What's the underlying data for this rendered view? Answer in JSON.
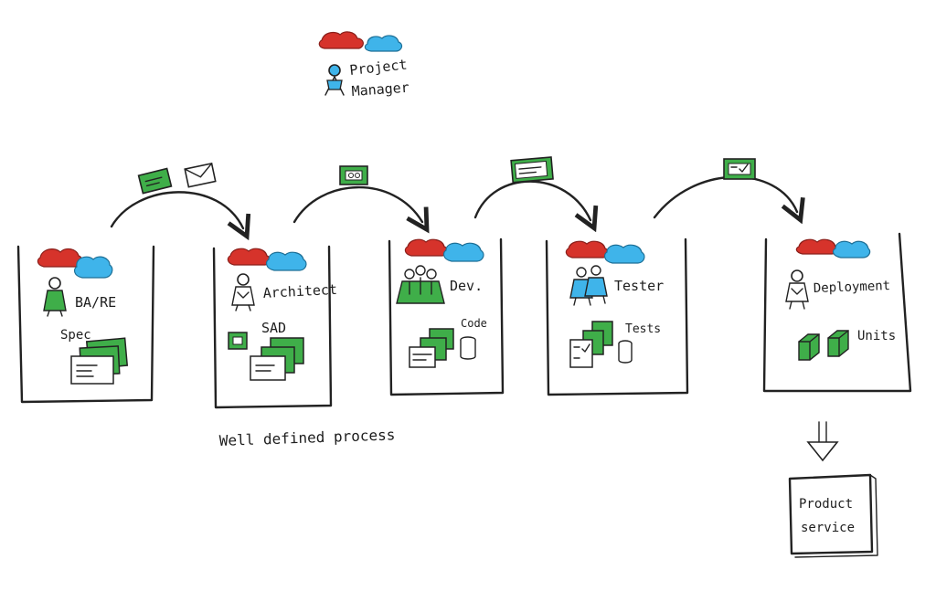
{
  "header": {
    "manager_label_line1": "Project",
    "manager_label_line2": "Manager"
  },
  "stages": [
    {
      "role": "BA/RE",
      "artifact": "Spec"
    },
    {
      "role": "Architect",
      "artifact": "SAD"
    },
    {
      "role": "Dev.",
      "artifact": "Code"
    },
    {
      "role": "Tester",
      "artifact": "Tests"
    },
    {
      "role": "Deployment",
      "artifact": "Units"
    }
  ],
  "caption": "Well defined process",
  "output": {
    "line1": "Product",
    "line2": "service"
  },
  "colors": {
    "red_cloud": "#d6332b",
    "blue_cloud": "#3fb4ea",
    "green_doc": "#3fae49",
    "ink": "#222222"
  }
}
